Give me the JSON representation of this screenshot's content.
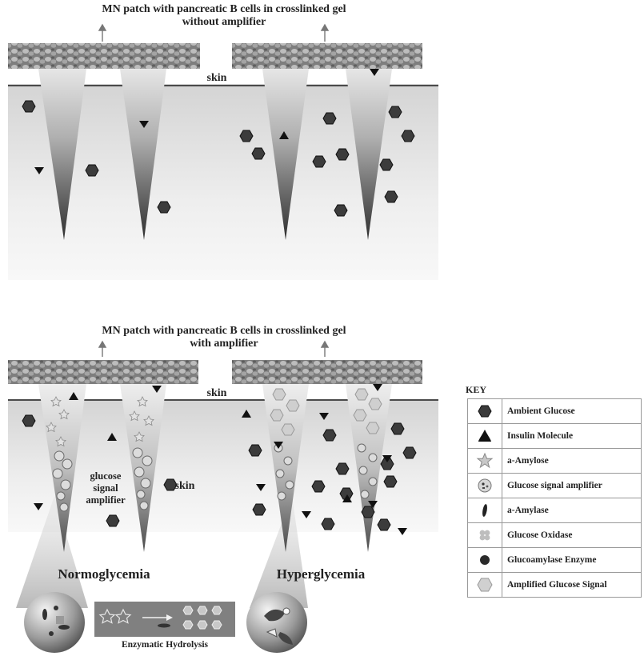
{
  "top_panel": {
    "title": "MN patch with pancreatic B cells in crosslinked gel",
    "subtitle": "without amplifier",
    "skin_label": "skin"
  },
  "bottom_panel": {
    "title": "MN patch with pancreatic B cells in crosslinked gel",
    "subtitle": "with amplifier",
    "skin_label": "skin",
    "skin_label_2": "skin",
    "amplifier_label": [
      "glucose",
      "signal",
      "amplifier"
    ],
    "normo_label": "Normoglycemia",
    "hyper_label": "Hyperglycemia",
    "hydrolysis_label": "Enzymatic Hydrolysis"
  },
  "key": {
    "title": "KEY",
    "items": [
      {
        "icon": "hexagon-dark-icon",
        "label": "Ambient Glucose"
      },
      {
        "icon": "triangle-dark-icon",
        "label": "Insulin Molecule"
      },
      {
        "icon": "star-icon",
        "label": "a-Amylose"
      },
      {
        "icon": "amplifier-circle-icon",
        "label": "Glucose signal amplifier"
      },
      {
        "icon": "ellipse-dark-icon",
        "label": "a-Amylase"
      },
      {
        "icon": "clover-icon",
        "label": "Glucose Oxidase"
      },
      {
        "icon": "dot-dark-icon",
        "label": "Glucoamylase Enzyme"
      },
      {
        "icon": "hexagon-light-icon",
        "label": "Amplified Glucose Signal"
      }
    ]
  },
  "colors": {
    "glucose": "#3c3c3c",
    "insulin": "#111111",
    "tissue": "#ececec",
    "patch": "#8a8a8a",
    "amplified_signal": "#d2d2d2"
  }
}
